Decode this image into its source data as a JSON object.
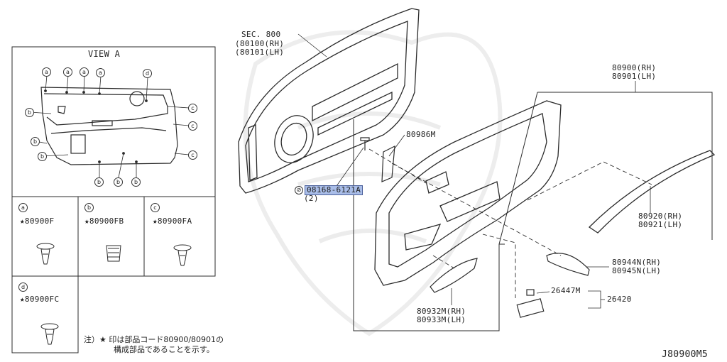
{
  "diagram_id": "J80900M5",
  "view_a": {
    "title": "VIEW A",
    "clip_markers": [
      "a",
      "b",
      "c",
      "d"
    ]
  },
  "clip_legend": [
    {
      "marker": "a",
      "part": "★80900F"
    },
    {
      "marker": "b",
      "part": "★80900FB"
    },
    {
      "marker": "c",
      "part": "★80900FA"
    },
    {
      "marker": "d",
      "part": "★80900FC"
    }
  ],
  "note_lines": [
    "注）★ 印は部品コード80900/80901の",
    "構成部品であることを示す。"
  ],
  "parts": {
    "sec800": {
      "line1": "SEC. 800",
      "line2": "(80100(RH)",
      "line3": "(80101(LH)"
    },
    "p80986m": "80986M",
    "screw": {
      "number": "08168-6121A",
      "qty": "(2)"
    },
    "p80900": {
      "line1": "80900(RH)",
      "line2": "80901(LH)"
    },
    "p80920": {
      "line1": "80920(RH)",
      "line2": "80921(LH)"
    },
    "p80944": {
      "line1": "80944N(RH)",
      "line2": "80945N(LH)"
    },
    "p26447": "26447M",
    "p26420": "26420",
    "p80932": {
      "line1": "80932M(RH)",
      "line2": "80933M(LH)"
    }
  },
  "colors": {
    "line": "#2b2b2b",
    "highlight": "#a9bde8",
    "highlight_border": "#4a5f9a",
    "watermark": "#e6e6e6"
  }
}
